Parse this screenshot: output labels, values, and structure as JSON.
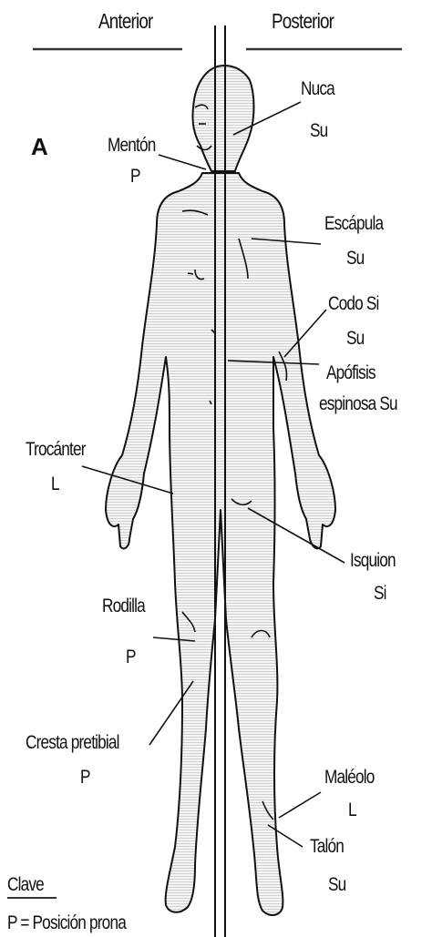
{
  "headers": {
    "anterior": "Anterior",
    "posterior": "Posterior"
  },
  "panel_letter": "A",
  "labels": {
    "nuca": "Nuca",
    "nuca_code": "Su",
    "menton": "Mentón",
    "menton_code": "P",
    "escapula": "Escápula",
    "escapula_code": "Su",
    "codo": "Codo Si",
    "codo_code": "Su",
    "apofisis_1": "Apófisis",
    "apofisis_2": "espinosa Su",
    "trocanter": "Trocánter",
    "trocanter_code": "L",
    "isquion": "Isquion",
    "isquion_code": "Si",
    "rodilla": "Rodilla",
    "rodilla_code": "P",
    "cresta": "Cresta pretibial",
    "cresta_code": "P",
    "maleolo": "Maléolo",
    "maleolo_code": "L",
    "talon": "Talón",
    "talon_code": "Su"
  },
  "key": {
    "title": "Clave",
    "p_line": "P  = Posición prona"
  },
  "colors": {
    "body_fill": "#eeeeee",
    "ink": "#111111"
  }
}
